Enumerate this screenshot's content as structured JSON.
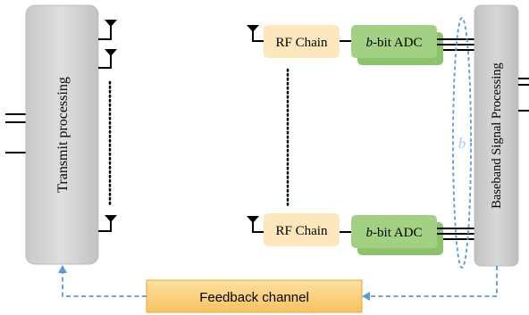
{
  "blocks": {
    "transmit_label": "Transmit processing",
    "rf_chain_label": "RF Chain",
    "adc_prefix": "b",
    "adc_suffix": "-bit ADC",
    "baseband_label": "Baseband Signal Processing",
    "feedback_label": "Feedback channel",
    "bit_label": "b"
  },
  "colors": {
    "transmit_fill": "#d4d4d4",
    "baseband_fill": "#cfcfcf",
    "rf_chain_fill": "#fde8bd",
    "adc_fill": "#9fcf7e",
    "adc_shadow": "#8dc46b",
    "feedback_fill": "#fcd282",
    "feedback_border": "#e6a92a",
    "dashed_line": "#5b9bd5",
    "ellipse_label": "#b0c8e0"
  }
}
